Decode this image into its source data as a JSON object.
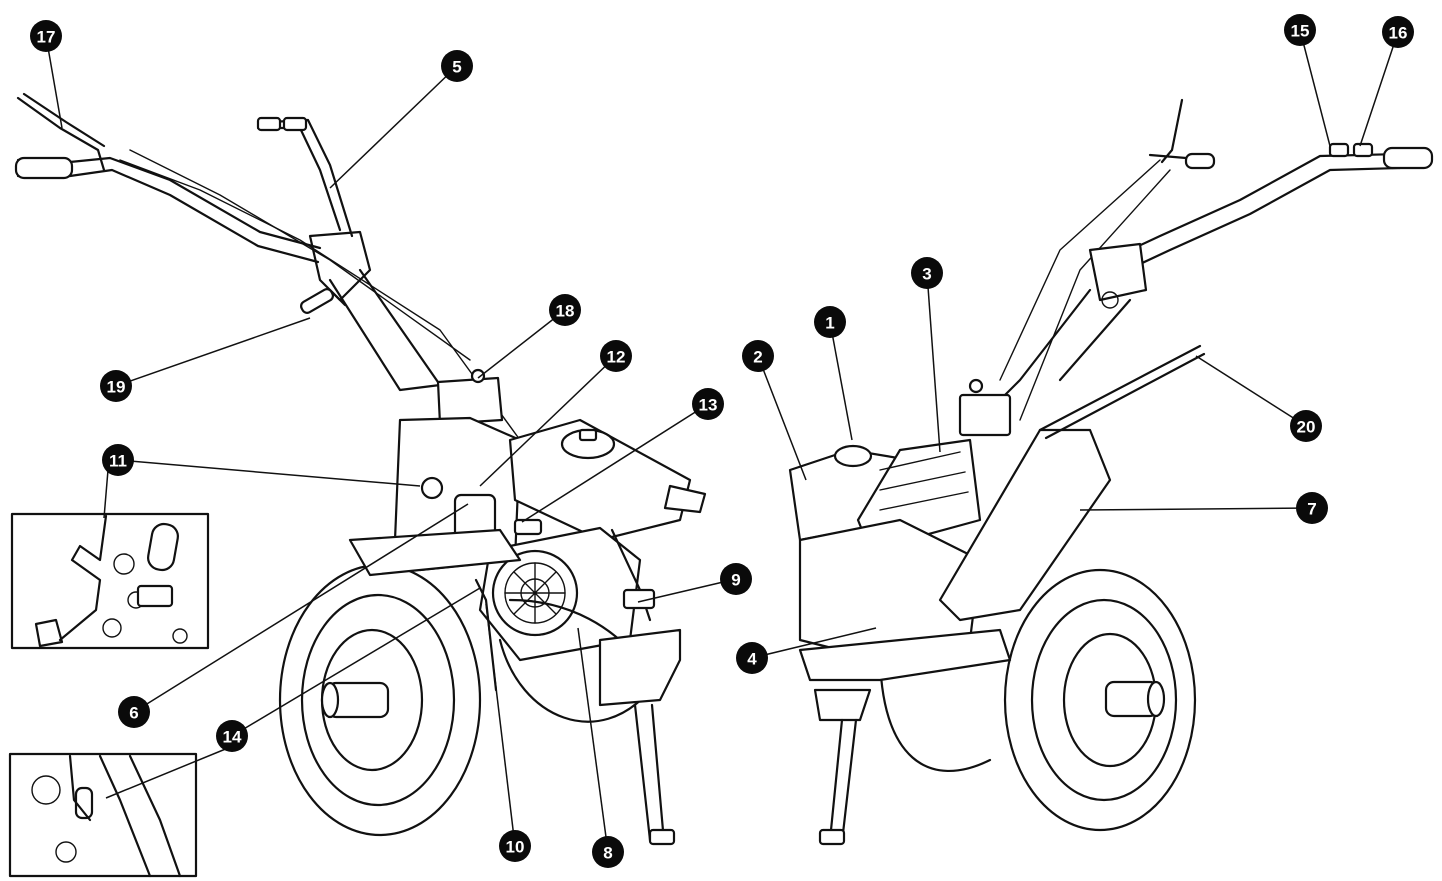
{
  "callouts": [
    {
      "n": "1"
    },
    {
      "n": "2"
    },
    {
      "n": "3"
    },
    {
      "n": "4"
    },
    {
      "n": "5"
    },
    {
      "n": "6"
    },
    {
      "n": "7"
    },
    {
      "n": "8"
    },
    {
      "n": "9"
    },
    {
      "n": "10"
    },
    {
      "n": "11"
    },
    {
      "n": "12"
    },
    {
      "n": "13"
    },
    {
      "n": "14"
    },
    {
      "n": "15"
    },
    {
      "n": "16"
    },
    {
      "n": "17"
    },
    {
      "n": "18"
    },
    {
      "n": "19"
    },
    {
      "n": "20"
    }
  ],
  "colors": {
    "ink": "#111111",
    "badge": "#0a0a0a",
    "paper": "#ffffff"
  }
}
